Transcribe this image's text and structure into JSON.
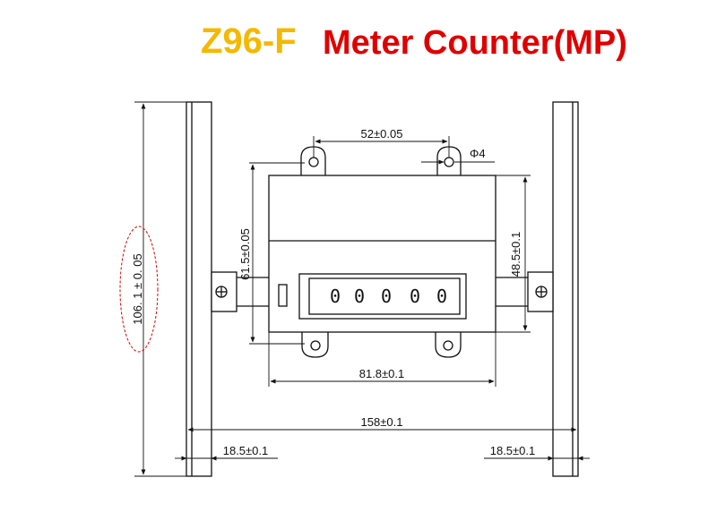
{
  "title": {
    "model": "Z96-F",
    "name": "Meter Counter(MP)",
    "model_color": "#f5b800",
    "name_color": "#e00000"
  },
  "display": {
    "digits": [
      "0",
      "0",
      "0",
      "0",
      "0"
    ]
  },
  "dimensions": {
    "hole_spacing": "52±0.05",
    "hole_dia": "Φ4",
    "body_height": "61.5±0.05",
    "front_height": "48.5±0.1",
    "body_width": "81.8±0.1",
    "total_width": "158±0.1",
    "overall_height": "106. 1 ± 0. 05",
    "left_margin": "18.5±0.1",
    "right_margin": "18.5±0.1"
  },
  "colors": {
    "line": "#111111",
    "highlight": "#e00000"
  }
}
